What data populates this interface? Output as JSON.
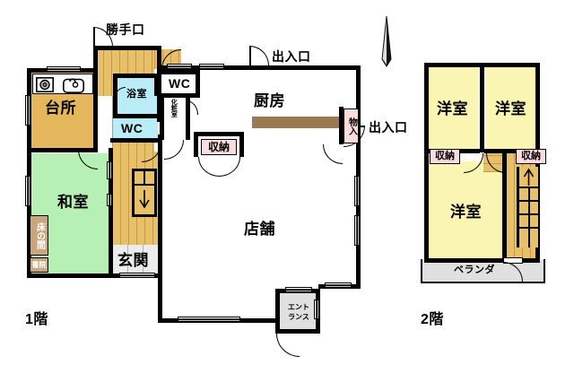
{
  "document": {
    "type": "floor-plan",
    "language": "ja",
    "background_color": "#ffffff",
    "wall_color": "#000000"
  },
  "north_arrow": {
    "name": "north-arrow",
    "direction": "up"
  },
  "floor1": {
    "floor_label": "1階",
    "rooms": [
      {
        "id": "daidokoro",
        "label": "台所",
        "color": "#e5b75c"
      },
      {
        "id": "washitsu",
        "label": "和室",
        "color": "#b7f0b5"
      },
      {
        "id": "yokushitsu",
        "label": "浴室",
        "color": "#b9ecf7"
      },
      {
        "id": "wc_upper",
        "label": "WC",
        "color": "#b9ecf7"
      },
      {
        "id": "wc_lower",
        "label": "WC",
        "color": "#b9ecf7"
      },
      {
        "id": "keshoshitsu",
        "label": "化粧室",
        "color": "#b9ecf7"
      },
      {
        "id": "chubo",
        "label": "厨房",
        "color": "#ffffff"
      },
      {
        "id": "tenpo",
        "label": "店舗",
        "color": "#ffffff"
      },
      {
        "id": "genkan",
        "label": "玄関",
        "color": "#ececec"
      }
    ],
    "tags": [
      {
        "id": "shushutsuguchi_top",
        "label": "出入口"
      },
      {
        "id": "shushutsuguchi_right",
        "label": "出入口"
      },
      {
        "id": "katteguchi",
        "label": "勝手口"
      },
      {
        "id": "shuno_center",
        "label": "収納",
        "color": "#fadce0"
      },
      {
        "id": "mono_ire",
        "label": "物入",
        "color": "#fadce0"
      },
      {
        "id": "tokonoma",
        "label": "床の間",
        "color": "#c8a77e"
      },
      {
        "id": "shoin",
        "label": "書院",
        "color": "#c8a77e"
      },
      {
        "id": "entrance",
        "label": "エントランス",
        "line1": "エント",
        "line2": "ランス",
        "color": "#e0e0e0"
      }
    ],
    "fixtures": [
      {
        "id": "stove",
        "name": "stove-icon"
      },
      {
        "id": "sink",
        "name": "sink-icon"
      },
      {
        "id": "counter",
        "name": "kitchen-counter",
        "color": "#9b7a52"
      },
      {
        "id": "stairs-down",
        "name": "staircase-down",
        "arrow": "down"
      }
    ]
  },
  "floor2": {
    "floor_label": "2階",
    "rooms": [
      {
        "id": "yoshitsu_tl",
        "label": "洋室",
        "color": "#fbf5b4"
      },
      {
        "id": "yoshitsu_tr",
        "label": "洋室",
        "color": "#fbf5b4"
      },
      {
        "id": "yoshitsu_b",
        "label": "洋室",
        "color": "#fbf5b4"
      }
    ],
    "tags": [
      {
        "id": "shuno_left",
        "label": "収納",
        "color": "#fadce0"
      },
      {
        "id": "shuno_right",
        "label": "収納",
        "color": "#fadce0"
      },
      {
        "id": "veranda",
        "label": "ベランダ",
        "color": "#e0e0e0"
      }
    ],
    "fixtures": [
      {
        "id": "stairs-up",
        "name": "staircase-up",
        "arrow": "up"
      }
    ]
  }
}
